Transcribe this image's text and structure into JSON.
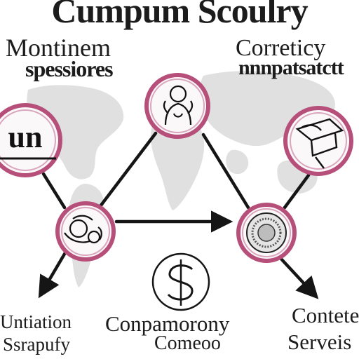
{
  "title": "Cumpum Scoulry",
  "labels": {
    "top_left_line1": "Montinem",
    "top_left_line2": "spessiores",
    "top_right_line1": "Correticy",
    "top_right_line2": "nnnpatsatctt",
    "bottom_left_line1": "Untiation",
    "bottom_left_line2": "Ssrapufy",
    "bottom_center_line1": "Conpamorony",
    "bottom_center_line2": "Comeoo",
    "bottom_right_line1": "Contete",
    "bottom_right_line2": "Serveis"
  },
  "left_node_text": "un",
  "colors": {
    "ring": "#b64f79",
    "ring_light": "#d9a6bd",
    "line": "#151515",
    "map": "#d6d6d6"
  },
  "icons": [
    "person-icon",
    "logo-un-icon",
    "tool-icon",
    "machine-icon",
    "coin-icon",
    "dollar-icon"
  ]
}
